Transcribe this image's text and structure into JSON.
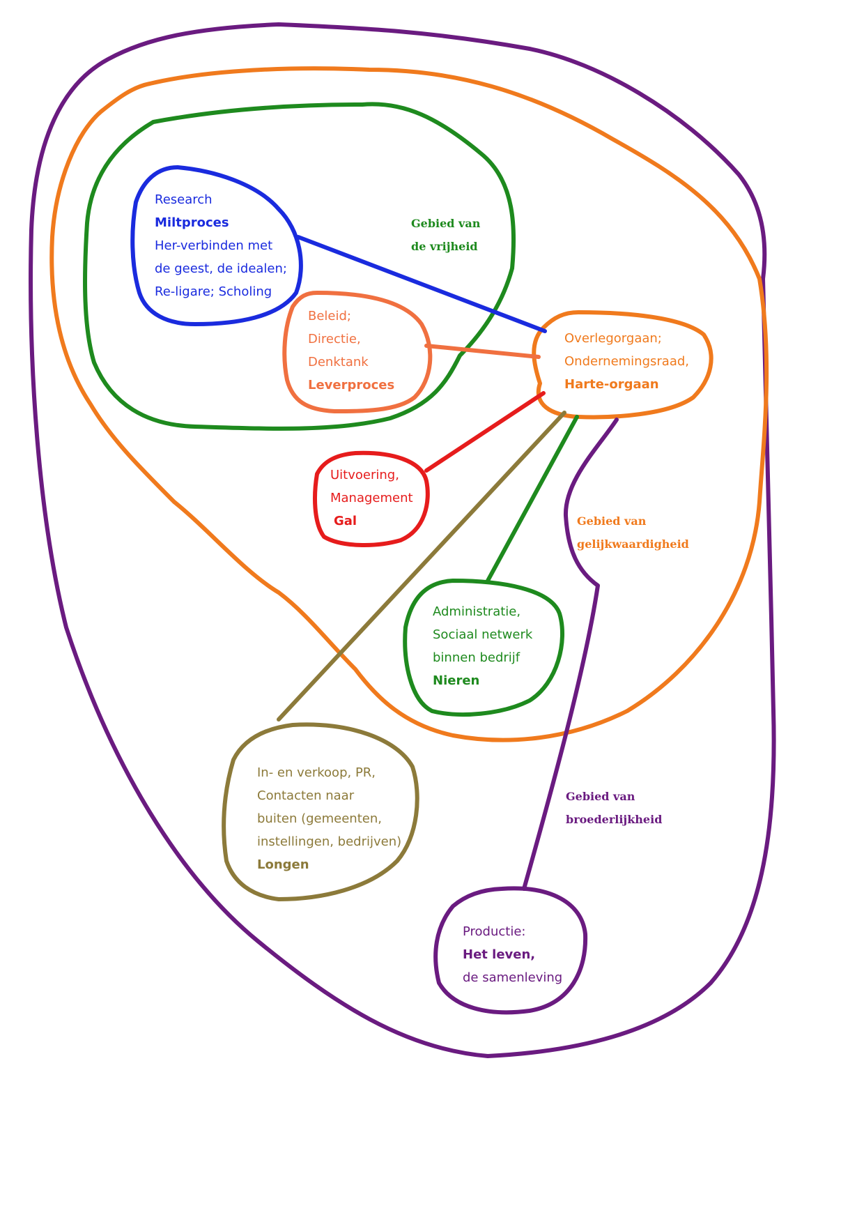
{
  "colors": {
    "purple": "#6a1b80",
    "orange": "#f07a1d",
    "green": "#1e8a1e",
    "blue": "#1a2bde",
    "salmon": "#f07040",
    "red": "#e61c1c",
    "olive": "#8c7a3a"
  },
  "zones": {
    "vrijheid": [
      "Gebied van",
      "de vrijheid"
    ],
    "gelijkwaardigheid": [
      "Gebied van",
      "gelijkwaardigheid"
    ],
    "broederlijkheid": [
      "Gebied van",
      "broederlijkheid"
    ]
  },
  "nodes": {
    "research": {
      "line1": "Research",
      "line2": "Miltproces",
      "line3": "Her-verbinden met",
      "line4": "de geest, de idealen;",
      "line5": "Re-ligare; Scholing"
    },
    "beleid": {
      "line1": "Beleid;",
      "line2": "Directie,",
      "line3": "Denktank",
      "line4": "Leverproces"
    },
    "overleg": {
      "line1": "Overlegorgaan;",
      "line2": "Ondernemingsraad,",
      "line3": "Harte-orgaan"
    },
    "uitvoering": {
      "line1": "Uitvoering,",
      "line2": "Management",
      "line3": "Gal"
    },
    "administratie": {
      "line1": "Administratie,",
      "line2": "Sociaal netwerk",
      "line3": "binnen bedrijf",
      "line4": "Nieren"
    },
    "verkoop": {
      "line1": "In- en verkoop, PR,",
      "line2": "Contacten naar",
      "line3": "buiten (gemeenten,",
      "line4": "instellingen, bedrijven)",
      "line5": "Longen"
    },
    "productie": {
      "line1": "Productie:",
      "line2": "Het leven,",
      "line3": "de samenleving"
    }
  }
}
